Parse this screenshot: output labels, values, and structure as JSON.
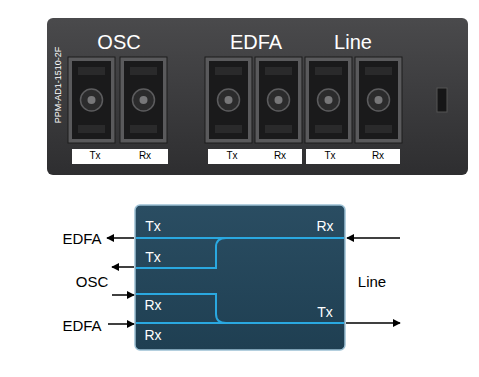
{
  "diagram": {
    "nodes": [
      {
        "text": [
          "PPM-AD1-1510-2F",
          "OSC",
          "EDFA",
          "Line",
          "Tx",
          "Rx",
          "Tx",
          "Rx",
          "Tx",
          "Rx"
        ]
      },
      {
        "text": [
          "Tx",
          "Tx",
          "Rx",
          "Rx",
          "Rx",
          "Tx"
        ]
      }
    ],
    "labels": [
      "EDFA",
      "OSC",
      "EDFA",
      "Line"
    ]
  }
}
